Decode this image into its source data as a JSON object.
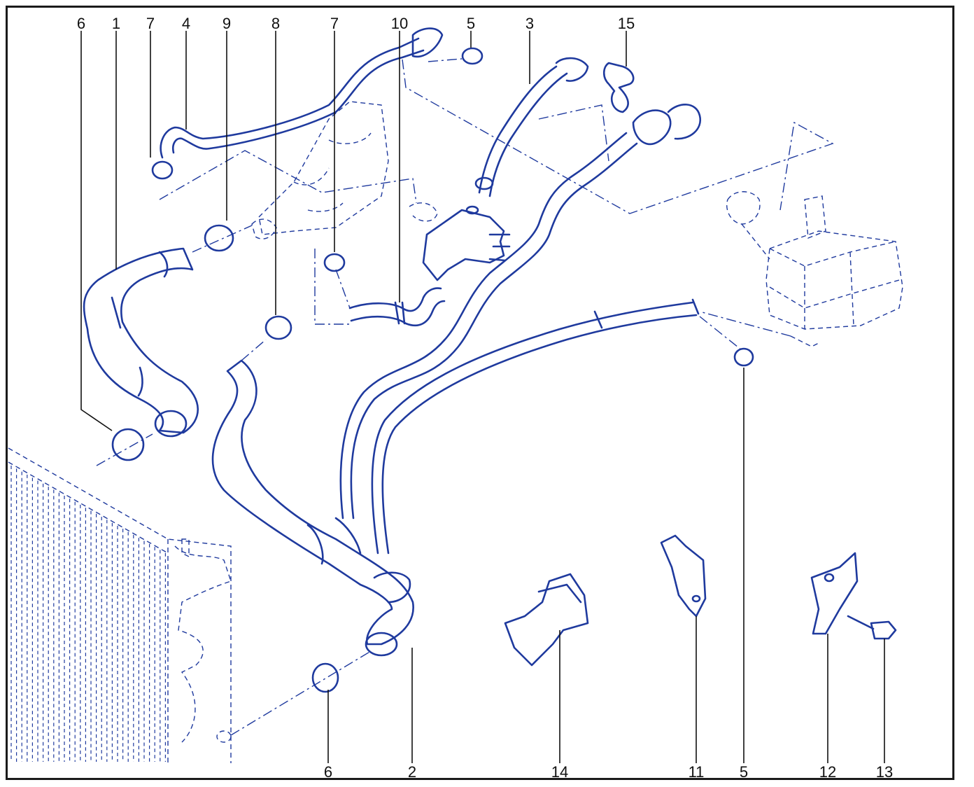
{
  "diagram": {
    "colors": {
      "part_line": "#1f3a9e",
      "callout_text": "#111111",
      "frame": "#1a1a1a",
      "background": "#ffffff"
    },
    "callouts_top": [
      {
        "id": "c6a",
        "label": "6"
      },
      {
        "id": "c1",
        "label": "1"
      },
      {
        "id": "c7a",
        "label": "7"
      },
      {
        "id": "c4",
        "label": "4"
      },
      {
        "id": "c9",
        "label": "9"
      },
      {
        "id": "c8",
        "label": "8"
      },
      {
        "id": "c7b",
        "label": "7"
      },
      {
        "id": "c10",
        "label": "10"
      },
      {
        "id": "c5a",
        "label": "5"
      },
      {
        "id": "c3",
        "label": "3"
      },
      {
        "id": "c15",
        "label": "15"
      }
    ],
    "callouts_bottom": [
      {
        "id": "c6b",
        "label": "6"
      },
      {
        "id": "c2",
        "label": "2"
      },
      {
        "id": "c14",
        "label": "14"
      },
      {
        "id": "c11",
        "label": "11"
      },
      {
        "id": "c5b",
        "label": "5"
      },
      {
        "id": "c12",
        "label": "12"
      },
      {
        "id": "c13",
        "label": "13"
      }
    ]
  }
}
